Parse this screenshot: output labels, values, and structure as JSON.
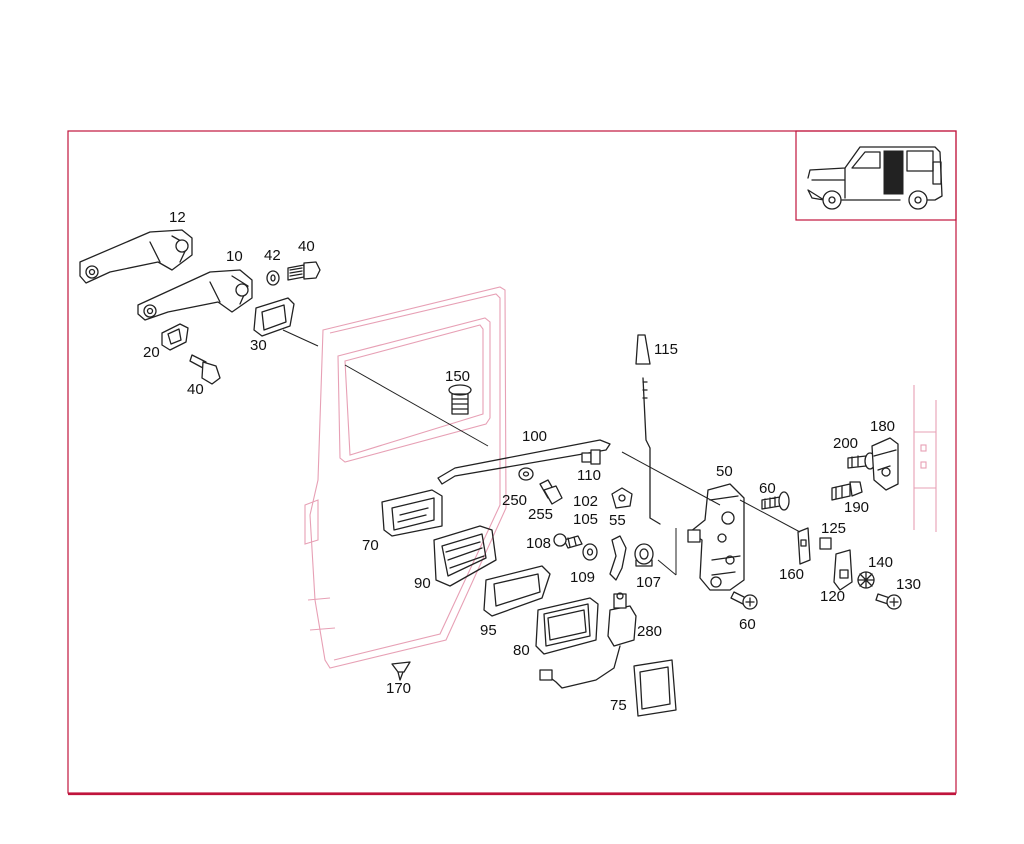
{
  "frame_color": "#c0143c",
  "outline_color": "#e7a0b5",
  "part_labels": [
    {
      "id": "12",
      "text": "12"
    },
    {
      "id": "10",
      "text": "10"
    },
    {
      "id": "42",
      "text": "42"
    },
    {
      "id": "40a",
      "text": "40"
    },
    {
      "id": "20",
      "text": "20"
    },
    {
      "id": "30",
      "text": "30"
    },
    {
      "id": "40b",
      "text": "40"
    },
    {
      "id": "150",
      "text": "150"
    },
    {
      "id": "115",
      "text": "115"
    },
    {
      "id": "100",
      "text": "100"
    },
    {
      "id": "110",
      "text": "110"
    },
    {
      "id": "50",
      "text": "50"
    },
    {
      "id": "60a",
      "text": "60"
    },
    {
      "id": "200",
      "text": "200"
    },
    {
      "id": "180",
      "text": "180"
    },
    {
      "id": "190",
      "text": "190"
    },
    {
      "id": "250",
      "text": "250"
    },
    {
      "id": "255",
      "text": "255"
    },
    {
      "id": "102",
      "text": "102"
    },
    {
      "id": "105",
      "text": "105"
    },
    {
      "id": "55",
      "text": "55"
    },
    {
      "id": "70",
      "text": "70"
    },
    {
      "id": "108",
      "text": "108"
    },
    {
      "id": "109",
      "text": "109"
    },
    {
      "id": "107",
      "text": "107"
    },
    {
      "id": "90",
      "text": "90"
    },
    {
      "id": "125",
      "text": "125"
    },
    {
      "id": "160",
      "text": "160"
    },
    {
      "id": "140",
      "text": "140"
    },
    {
      "id": "130",
      "text": "130"
    },
    {
      "id": "120",
      "text": "120"
    },
    {
      "id": "60b",
      "text": "60"
    },
    {
      "id": "95",
      "text": "95"
    },
    {
      "id": "280",
      "text": "280"
    },
    {
      "id": "80",
      "text": "80"
    },
    {
      "id": "170",
      "text": "170"
    },
    {
      "id": "75",
      "text": "75"
    }
  ]
}
